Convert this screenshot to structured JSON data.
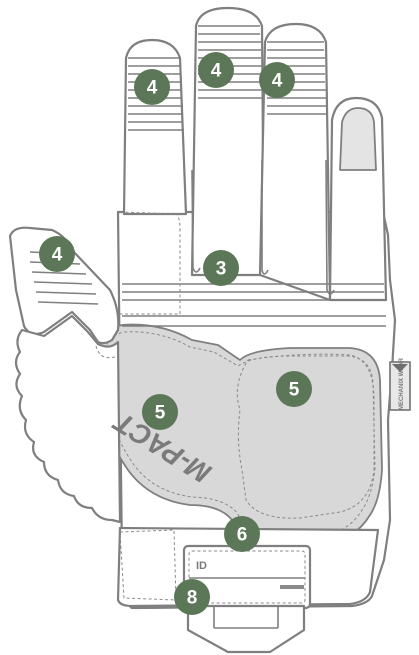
{
  "markers": [
    {
      "id": "thumb",
      "label": "4"
    },
    {
      "id": "index",
      "label": "4"
    },
    {
      "id": "middle",
      "label": "4"
    },
    {
      "id": "ring",
      "label": "4"
    },
    {
      "id": "knuckle",
      "label": "3"
    },
    {
      "id": "palm-logo",
      "label": "5"
    },
    {
      "id": "palm-right",
      "label": "5"
    },
    {
      "id": "wrist",
      "label": "6"
    },
    {
      "id": "cuff",
      "label": "8"
    }
  ],
  "logo_text": "M-PACT",
  "id_label": "ID",
  "side_tag_text": "MECHANIX WEAR",
  "colors": {
    "marker": "#5b7757",
    "outline": "#7f7f7f",
    "panel": "#d8d8d8"
  }
}
